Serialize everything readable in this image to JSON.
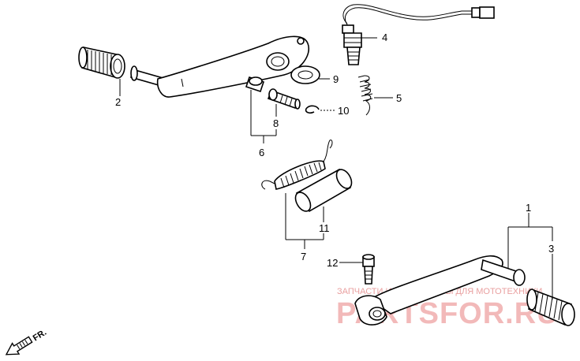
{
  "callouts": {
    "c1": "1",
    "c2": "2",
    "c3": "3",
    "c4": "4",
    "c5": "5",
    "c6": "6",
    "c7": "7",
    "c8": "8",
    "c9": "9",
    "c10": "10",
    "c11": "11",
    "c12": "12"
  },
  "front_arrow": {
    "label": "FR."
  },
  "watermark": {
    "tagline": "ЗАПЧАСТИ И АКСЕССУАРЫ ДЛЯ МОТОТЕХНИКИ",
    "brand": "PARTSFOR.RU"
  }
}
